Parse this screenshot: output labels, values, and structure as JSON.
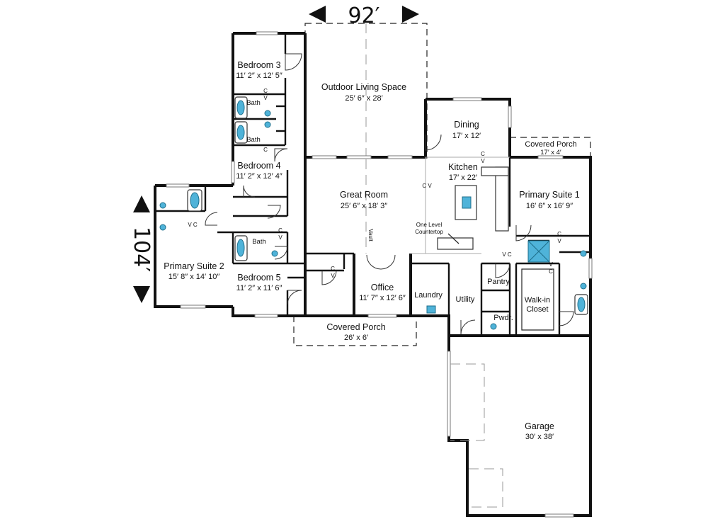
{
  "dimensions": {
    "width_label": "92′",
    "depth_label": "104′"
  },
  "rooms": {
    "outdoor_living": {
      "name": "Outdoor Living Space",
      "size": "25′ 6″ x 28′"
    },
    "dining": {
      "name": "Dining",
      "size": "17′ x 12′"
    },
    "covered_porch_rear": {
      "name": "Covered Porch",
      "size": "17′ x 4′"
    },
    "kitchen": {
      "name": "Kitchen",
      "size": "17′ x 22′"
    },
    "great_room": {
      "name": "Great Room",
      "size": "25′ 6″ x 18′ 3″"
    },
    "primary_suite_1": {
      "name": "Primary Suite 1",
      "size": "16′ 6″ x 16′ 9″"
    },
    "bedroom_3": {
      "name": "Bedroom 3",
      "size": "11′ 2″ x 12′ 5″"
    },
    "bedroom_4": {
      "name": "Bedroom 4",
      "size": "11′ 2″ x 12′ 4″"
    },
    "bedroom_5": {
      "name": "Bedroom 5",
      "size": "11′ 2″ x 11′ 6″"
    },
    "primary_suite_2": {
      "name": "Primary Suite 2",
      "size": "15′ 8″ x 14′ 10″"
    },
    "office": {
      "name": "Office",
      "size": "11′ 7″ x 12′ 6″"
    },
    "covered_porch_front": {
      "name": "Covered Porch",
      "size": "26′ x 6′"
    },
    "laundry": {
      "name": "Laundry"
    },
    "utility": {
      "name": "Utility"
    },
    "pantry": {
      "name": "Pantry"
    },
    "powder": {
      "name": "Pwdr."
    },
    "walk_in_closet": {
      "name_line1": "Walk-in",
      "name_line2": "Closet"
    },
    "garage": {
      "name": "Garage",
      "size": "30′ x 38′"
    }
  },
  "annotations": {
    "bath": "Bath",
    "vault": "Vault",
    "countertop_line1": "One Level",
    "countertop_line2": "Countertop",
    "closet_c": "C",
    "closet_v": "V",
    "closet_cv": "C V",
    "closet_vc": "V C"
  }
}
